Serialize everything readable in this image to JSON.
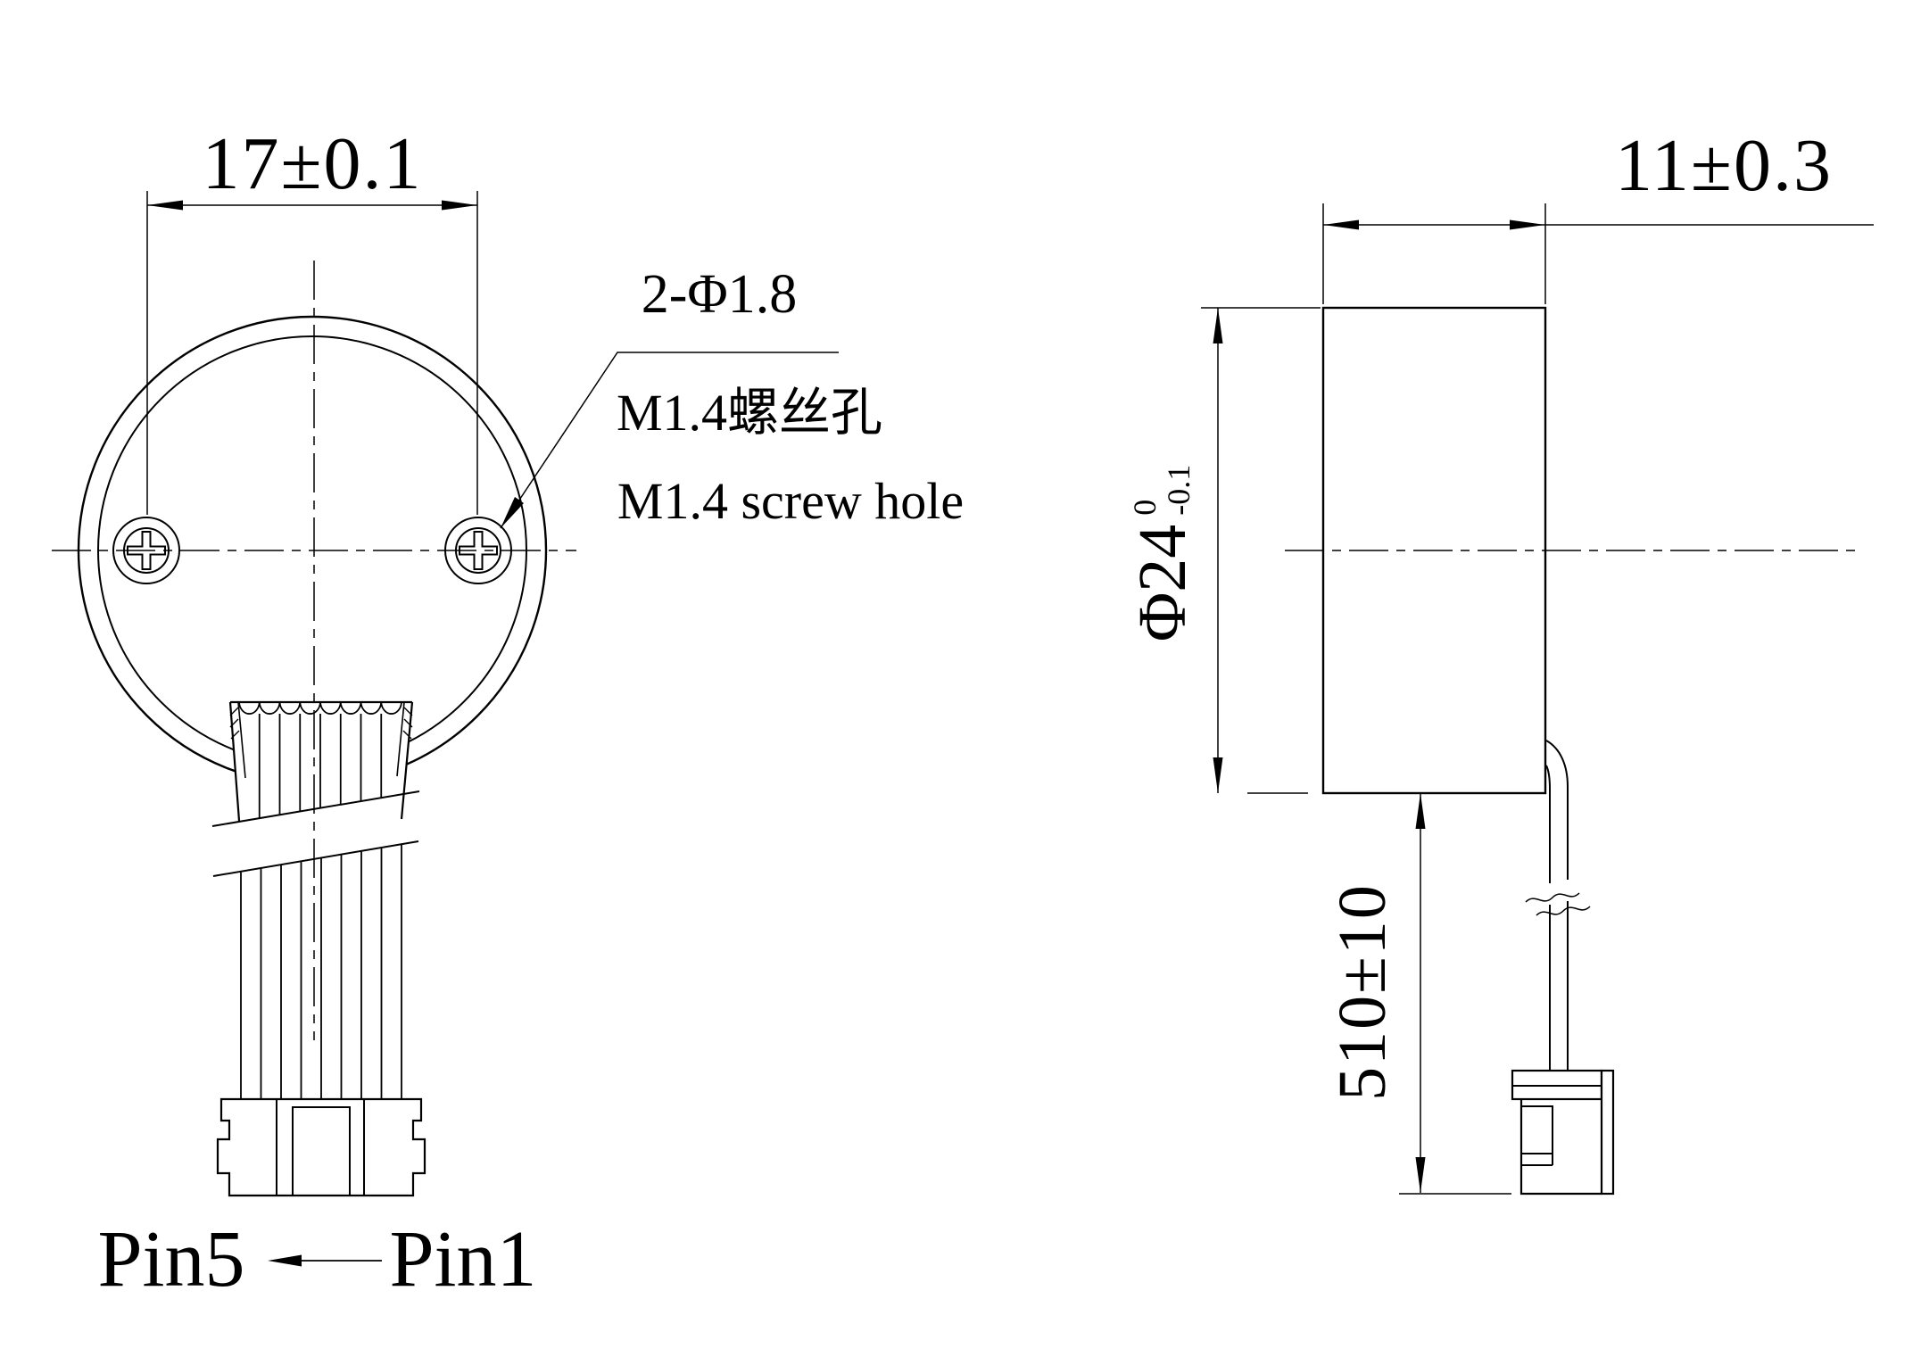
{
  "front_view": {
    "dim_screw_spacing": "17±0.1",
    "note_hole_count": "2-Φ1.8",
    "note_screw_cn": "M1.4螺丝孔",
    "note_screw_en": "M1.4 screw hole",
    "pin_left_label": "Pin5",
    "pin_right_label": "Pin1"
  },
  "side_view": {
    "dim_width": "11±0.3",
    "dim_diameter_main": "Φ24",
    "dim_diameter_upper_tol": "0",
    "dim_diameter_lower_tol": "-0.1",
    "dim_cable_length": "510±10"
  },
  "colors": {
    "line": "#000000",
    "background": "#ffffff"
  }
}
